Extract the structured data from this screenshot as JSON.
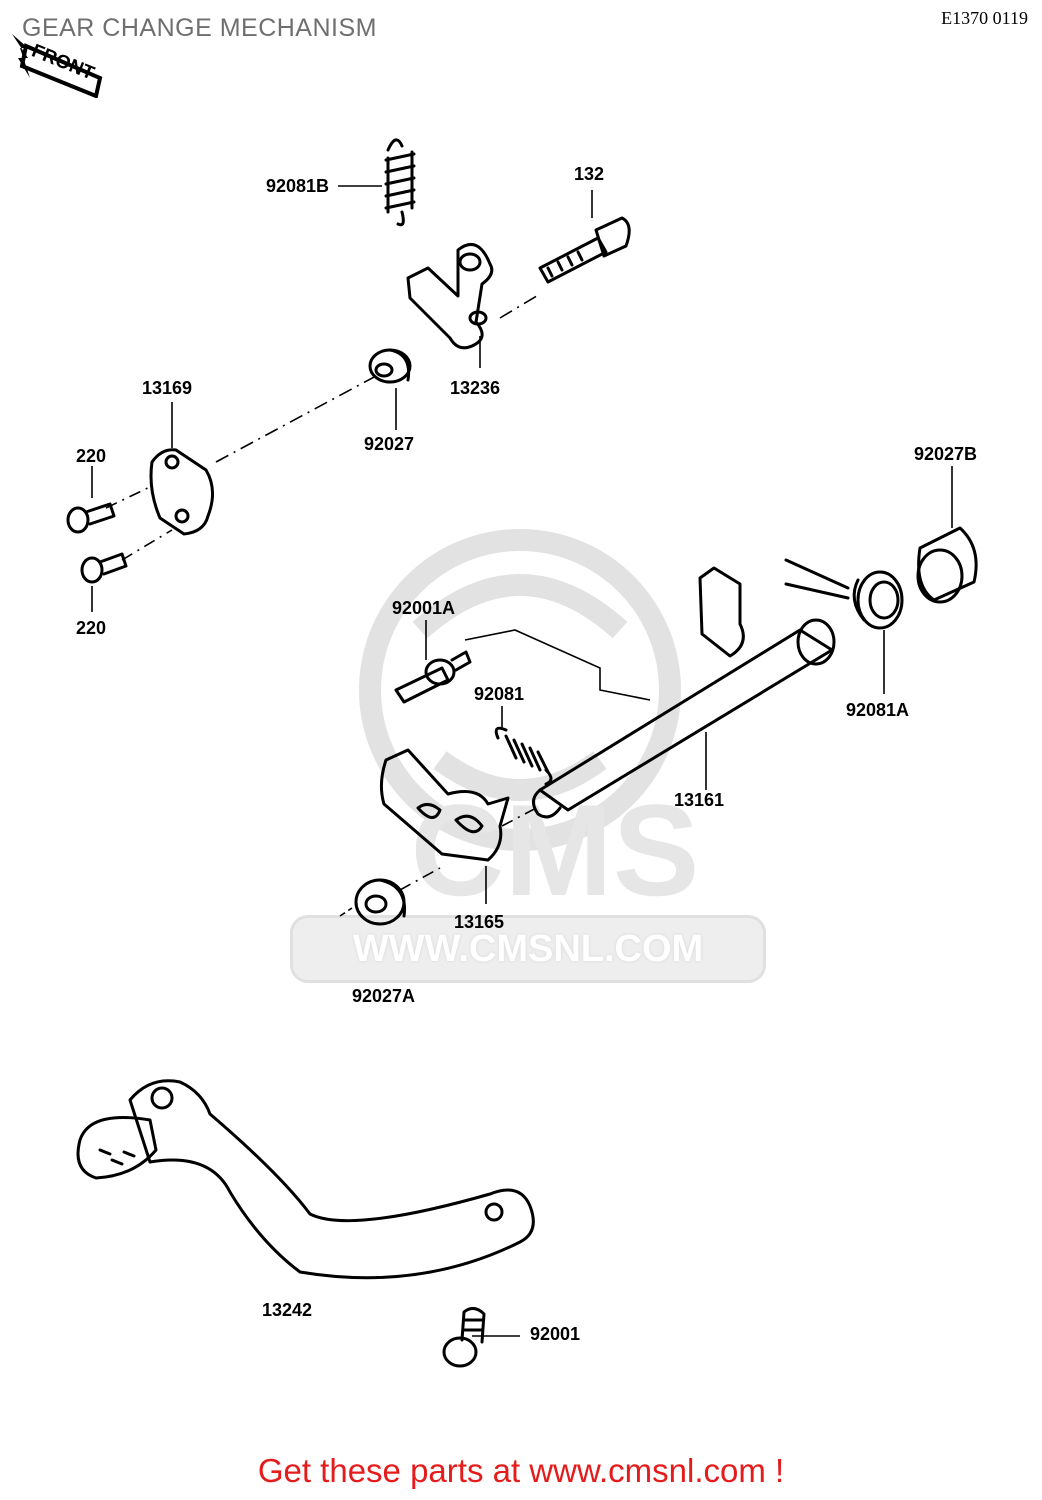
{
  "header": {
    "title": "GEAR CHANGE MECHANISM",
    "diagram_code": "E1370 0119"
  },
  "orientation_badge": {
    "label": "FRONT",
    "icon": "front-arrow-icon"
  },
  "watermark": {
    "brand": "CMS",
    "url": "WWW.CMSNL.COM"
  },
  "footer": {
    "cta": "Get these parts at www.cmsnl.com !"
  },
  "callouts": {
    "spring_b": "92081B",
    "bolt": "132",
    "lever": "13236",
    "collar": "92027",
    "plate": "13169",
    "screw_upper": "220",
    "screw_lower": "220",
    "collar_b": "92027B",
    "pin": "92001A",
    "spring": "92081",
    "spring_a": "92081A",
    "shaft": "13161",
    "arm": "13165",
    "collar_a": "92027A",
    "pedal": "13242",
    "pedal_bolt": "92001"
  },
  "colors": {
    "ink": "#000000",
    "title": "#6f6f6f",
    "footer": "#e41c1c",
    "watermark": "#e6e6e6"
  }
}
